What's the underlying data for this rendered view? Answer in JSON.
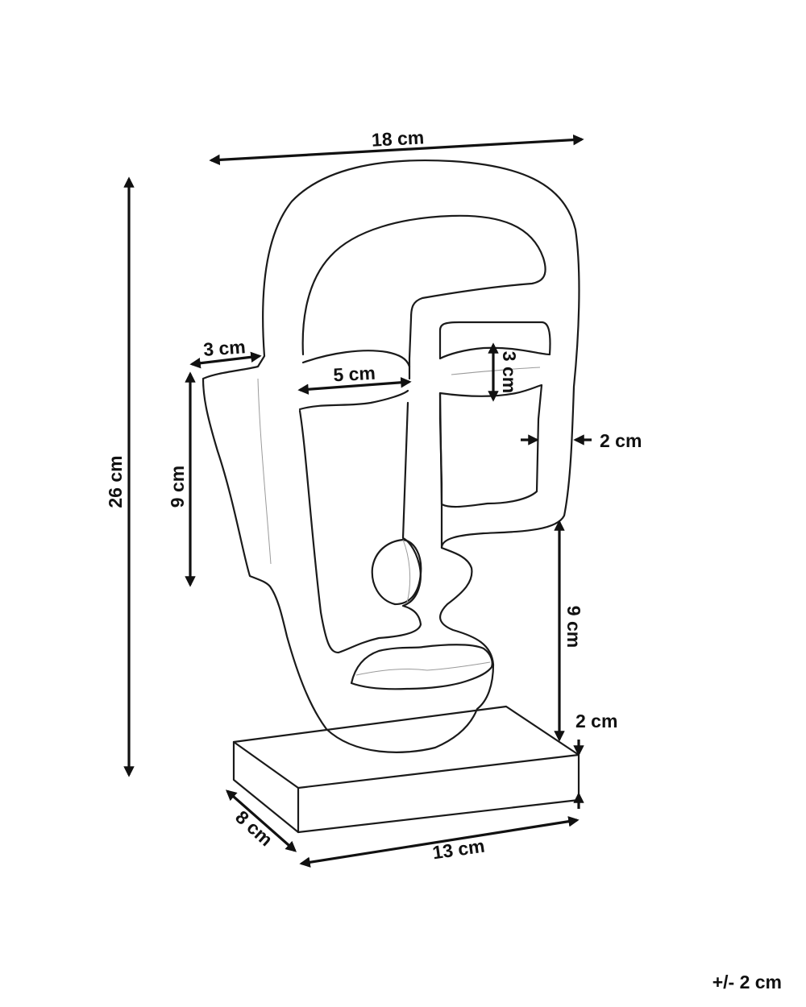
{
  "dimensions": {
    "total_width": "18 cm",
    "total_height": "26 cm",
    "left_side_width": "3 cm",
    "left_side_height": "9 cm",
    "eye_width": "5 cm",
    "eye_height": "3 cm",
    "frame_thickness": "2 cm",
    "lower_height": "9 cm",
    "base_height": "2 cm",
    "base_depth": "8 cm",
    "base_width": "13 cm"
  },
  "tolerance": "+/- 2 cm"
}
